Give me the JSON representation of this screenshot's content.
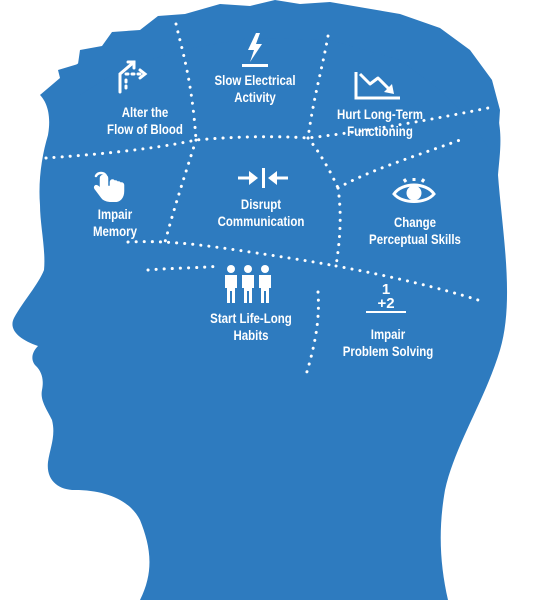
{
  "colors": {
    "head_fill": "#2e7bbf",
    "divider": "#ffffff",
    "text": "#ffffff"
  },
  "regions": [
    {
      "id": "alter-flow",
      "icon": "split-arrows-icon",
      "lines": [
        "Alter the",
        "Flow of Blood"
      ]
    },
    {
      "id": "slow-electrical",
      "icon": "lightning-bolt-icon",
      "lines": [
        "Slow Electrical",
        "Activity"
      ]
    },
    {
      "id": "hurt-long-term",
      "icon": "trend-down-icon",
      "lines": [
        "Hurt Long-Term",
        "Functioning"
      ]
    },
    {
      "id": "impair-memory",
      "icon": "tap-hand-icon",
      "lines": [
        "Impair",
        "Memory"
      ]
    },
    {
      "id": "disrupt-communication",
      "icon": "arrows-inward-icon",
      "lines": [
        "Disrupt",
        "Communication"
      ]
    },
    {
      "id": "change-perceptual",
      "icon": "eye-icon",
      "lines": [
        "Change",
        "Perceptual Skills"
      ]
    },
    {
      "id": "start-habits",
      "icon": "three-people-icon",
      "lines": [
        "Start Life-Long",
        "Habits"
      ]
    },
    {
      "id": "impair-problem",
      "icon": "math-sum-icon",
      "lines": [
        "Impair",
        "Problem Solving"
      ],
      "icon_text": [
        "1",
        "+2"
      ]
    }
  ]
}
